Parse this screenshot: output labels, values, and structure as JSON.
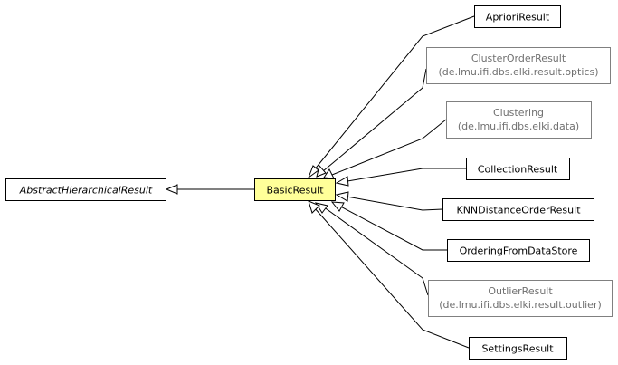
{
  "diagram": {
    "center_node": {
      "label": "BasicResult",
      "fill": "#ffff99"
    },
    "parent_node": {
      "label": "AbstractHierarchicalResult",
      "style": "italic"
    },
    "subclasses": [
      {
        "label": "AprioriResult",
        "external": false
      },
      {
        "label": "ClusterOrderResult",
        "package": "(de.lmu.ifi.dbs.elki.result.optics)",
        "external": true
      },
      {
        "label": "Clustering",
        "package": "(de.lmu.ifi.dbs.elki.data)",
        "external": true
      },
      {
        "label": "CollectionResult",
        "external": false
      },
      {
        "label": "KNNDistanceOrderResult",
        "external": false
      },
      {
        "label": "OrderingFromDataStore",
        "external": false
      },
      {
        "label": "OutlierResult",
        "package": "(de.lmu.ifi.dbs.elki.result.outlier)",
        "external": true
      },
      {
        "label": "SettingsResult",
        "external": false
      }
    ],
    "colors": {
      "border": "#000000",
      "external_border": "#808080",
      "external_text": "#707070"
    }
  }
}
